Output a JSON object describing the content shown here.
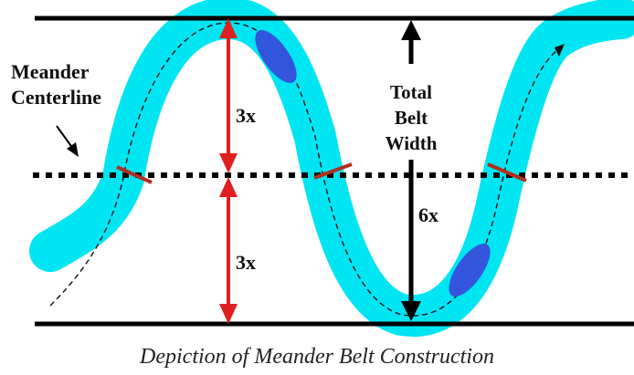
{
  "diagram": {
    "labels": {
      "meander_centerline_line1": "Meander",
      "meander_centerline_line2": "Centerline",
      "total_belt_width_line1": "Total",
      "total_belt_width_line2": "Belt",
      "total_belt_width_line3": "Width",
      "upper_half": "3x",
      "lower_half": "3x",
      "full_width": "6x"
    },
    "caption": "Depiction of Meander Belt Construction"
  },
  "colors": {
    "channel_fill": "#00e5f2",
    "point_bar_fill": "#3355dd",
    "arrow_red": "#e02020",
    "arrow_black": "#000000",
    "crossing_mark": "#b03020",
    "boundary_line": "#000000"
  }
}
